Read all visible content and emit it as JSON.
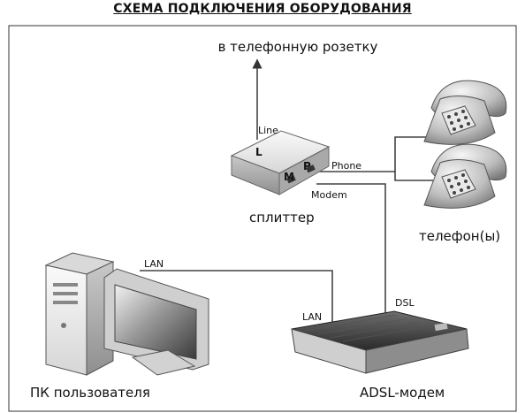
{
  "title": "СХЕМА ПОДКЛЮЧЕНИЯ ОБОРУДОВАНИЯ",
  "labels": {
    "phone_socket": "в телефонную розетку",
    "splitter": "сплиттер",
    "phones": "телефон(ы)",
    "pc": "ПК пользователя",
    "modem": "ADSL-модем"
  },
  "ports": {
    "line": "Line",
    "phone": "Phone",
    "modem": "Modem",
    "lan_pc": "LAN",
    "lan_modem": "LAN",
    "dsl": "DSL",
    "splitter_l": "L",
    "splitter_m": "M",
    "splitter_p": "P"
  }
}
